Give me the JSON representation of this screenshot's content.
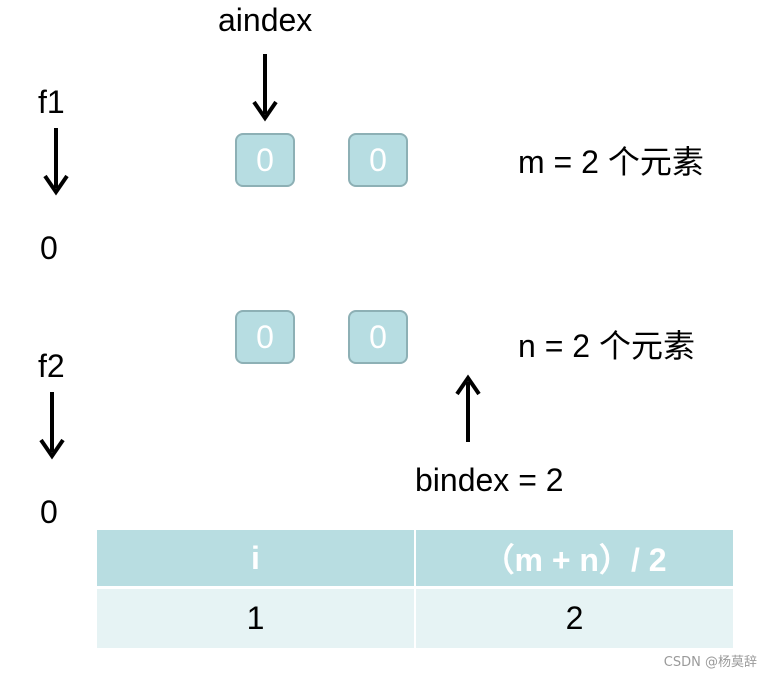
{
  "labels": {
    "aindex": "aindex",
    "f1": "f1",
    "f1_value": "0",
    "f2": "f2",
    "f2_value": "0",
    "m_desc": "m = 2 个元素",
    "n_desc": "n = 2 个元素",
    "bindex": "bindex = 2"
  },
  "array_a": [
    "0",
    "0"
  ],
  "array_b": [
    "0",
    "0"
  ],
  "table": {
    "headers": [
      "i",
      "（m + n）/ 2"
    ],
    "rows": [
      [
        "1",
        "2"
      ]
    ]
  },
  "watermark": "CSDN @杨莫辞",
  "colors": {
    "cell_fill": "#b7dde2",
    "cell_border": "#8db0b5",
    "table_header": "#b8dde1",
    "table_body": "#e6f3f4"
  },
  "icons": {
    "down_arrow": "arrow-down",
    "up_arrow": "arrow-up"
  }
}
